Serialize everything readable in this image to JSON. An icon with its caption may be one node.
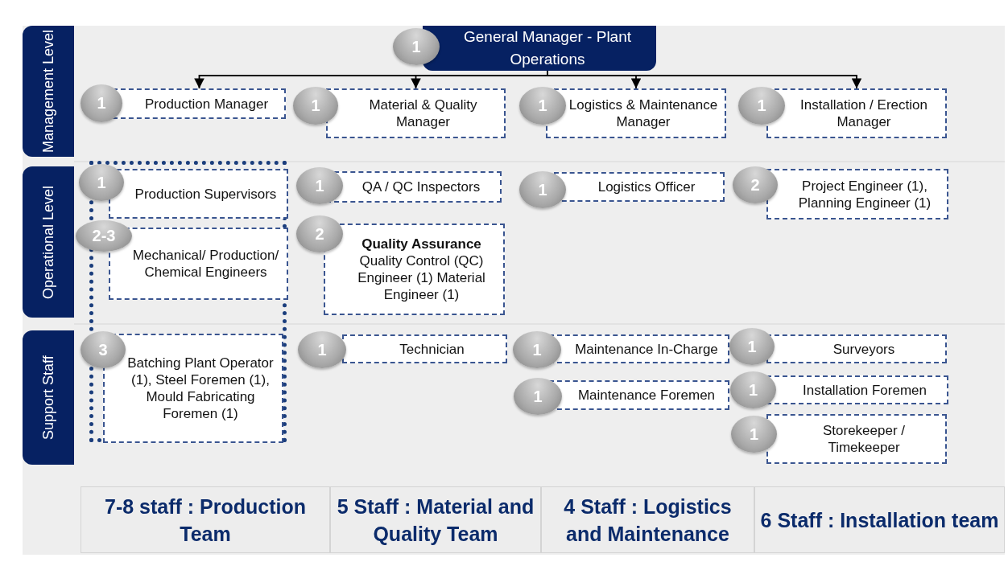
{
  "diagram": {
    "nodes": [
      {
        "text": [
          "Management Level"
        ]
      },
      {
        "text": [
          "Operational Level"
        ]
      },
      {
        "text": [
          "Support Staff"
        ]
      },
      {
        "text": [
          "1"
        ]
      },
      {
        "text": [
          "General Manager - Plant Operations"
        ]
      },
      {
        "text": [
          "1"
        ]
      },
      {
        "text": [
          "Production Manager"
        ]
      },
      {
        "text": [
          "1"
        ]
      },
      {
        "text": [
          "Material & Quality Manager"
        ]
      },
      {
        "text": [
          "1"
        ]
      },
      {
        "text": [
          "Logistics & Maintenance Manager"
        ]
      },
      {
        "text": [
          "1"
        ]
      },
      {
        "text": [
          "Installation / Erection Manager"
        ]
      },
      {
        "text": [],
        "shape": "box"
      },
      {
        "text": [
          "1"
        ]
      },
      {
        "text": [
          "Production Supervisors"
        ],
        "in": 13
      },
      {
        "text": [
          "1"
        ]
      },
      {
        "text": [
          "QA / QC Inspectors"
        ]
      },
      {
        "text": [
          "1"
        ]
      },
      {
        "text": [
          "Logistics Officer"
        ]
      },
      {
        "text": [
          "2"
        ]
      },
      {
        "text": [
          "Project Engineer (1), Planning Engineer (1)"
        ]
      },
      {
        "text": [
          "2-3"
        ]
      },
      {
        "text": [
          "Mechanical/ Production/ Chemical Engineers"
        ],
        "in": 13
      },
      {
        "text": [
          "2"
        ]
      },
      {
        "text": [
          "Quality Assurance",
          "Quality Control (QC) Engineer (1) Material Engineer (1)"
        ]
      },
      {
        "text": [
          "3"
        ]
      },
      {
        "text": [
          "Batching Plant Operator (1), Steel Foremen (1), Mould Fabricating Foremen (1)"
        ],
        "in": 13
      },
      {
        "text": [
          "1"
        ]
      },
      {
        "text": [
          "Technician"
        ]
      },
      {
        "text": [
          "1"
        ]
      },
      {
        "text": [
          "Maintenance In-Charge"
        ]
      },
      {
        "text": [
          "1"
        ]
      },
      {
        "text": [
          "Surveyors"
        ]
      },
      {
        "text": [
          "1"
        ]
      },
      {
        "text": [
          "Maintenance Foremen"
        ]
      },
      {
        "text": [
          "1"
        ]
      },
      {
        "text": [
          "Installation Foremen"
        ]
      },
      {
        "text": [
          "1"
        ]
      },
      {
        "text": [
          "Storekeeper / Timekeeper"
        ]
      },
      {
        "text": [
          "7-8 staff : Production Team"
        ]
      },
      {
        "text": [
          "5 Staff : Material and Quality Team"
        ]
      },
      {
        "text": [
          "4 Staff :  Logistics and Maintenance"
        ]
      },
      {
        "text": [
          "6 Staff : Installation team"
        ]
      }
    ],
    "edges": [
      {
        "from": 4,
        "to": 6,
        "arrow": "to"
      },
      {
        "from": 4,
        "to": 8,
        "arrow": "to"
      },
      {
        "from": 4,
        "to": 10,
        "arrow": "to"
      },
      {
        "from": 4,
        "to": 12,
        "arrow": "to"
      }
    ]
  }
}
